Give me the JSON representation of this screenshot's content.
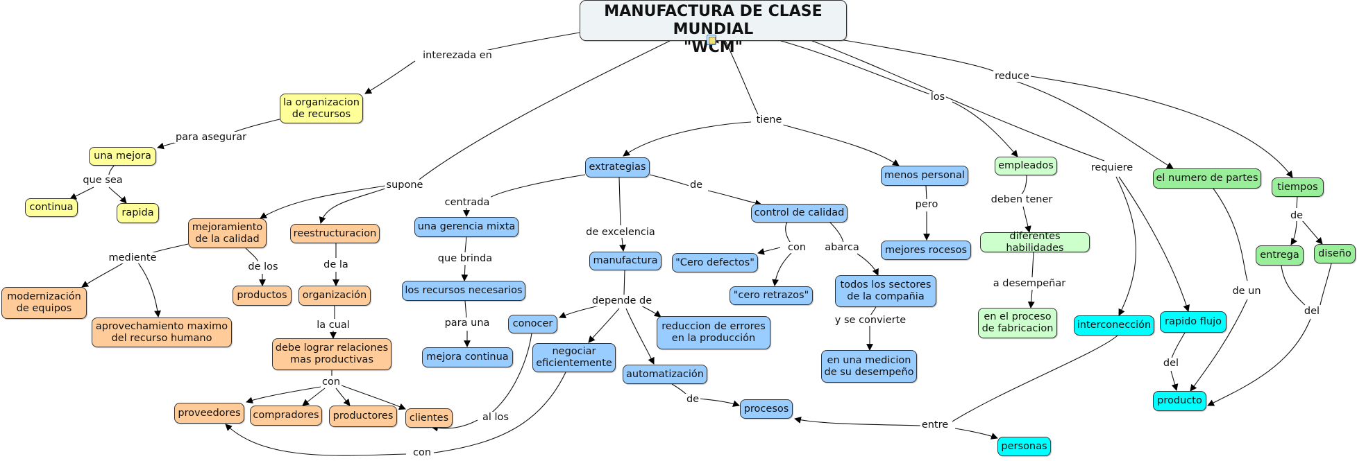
{
  "title": "MANUFACTURA DE CLASE MUNDIAL\n\"WCM\"",
  "icons": {
    "title_attachment": "document-icon"
  },
  "palette": {
    "title": "#eef4f6",
    "yellow": "#ffff99",
    "orange": "#ffcc99",
    "blue": "#99ccff",
    "light_green": "#ccffcc",
    "green": "#99ee99",
    "cyan": "#00ffff"
  },
  "nodes": {
    "org_recursos": "la organizacion\nde recursos",
    "una_mejora": "una mejora",
    "continua": "continua",
    "rapida": "rapida",
    "mejoramiento": "mejoramiento\nde la calidad",
    "reestructuracion": "reestructuracion",
    "modernizacion": "modernización\nde equipos",
    "aprovechamiento": "aprovechamiento maximo\ndel recurso humano",
    "productos": "productos",
    "organizacion": "organización",
    "debe_lograr": "debe lograr relaciones\nmas productivas",
    "proveedores": "proveedores",
    "compradores": "compradores",
    "productores": "productores",
    "clientes": "clientes",
    "extrategias": "extrategias",
    "gerencia_mixta": "una gerencia mixta",
    "recursos_necesarios": "los recursos necesarios",
    "mejora_continua": "mejora continua",
    "manufactura": "manufactura",
    "conocer": "conocer",
    "negociar": "negociar\neficientemente",
    "automatizacion": "automatización",
    "reduccion_errores": "reduccion de errores\nen la producción",
    "procesos": "procesos",
    "personas": "personas",
    "control_calidad": "control de calidad",
    "cero_defectos": "\"Cero defectos\"",
    "cero_retrazos": "\"cero retrazos\"",
    "todos_sectores": "todos los sectores\nde la compañia",
    "medicion": "en una medicion\nde su desempeño",
    "menos_personal": "menos personal",
    "mejores_rocesos": "mejores rocesos",
    "empleados": "empleados",
    "diferentes_habilidades": "diferentes habilidades",
    "proceso_fabricacion": "en el proceso\nde fabricacion",
    "numero_partes": "el numero de partes",
    "tiempos": "tiempos",
    "entrega": "entrega",
    "diseno": "diseño",
    "interconeccion": "interconección",
    "rapido_flujo": "rapido flujo",
    "producto": "producto"
  },
  "links": {
    "interezada_en": "interezada en",
    "para_asegurar": "para asegurar",
    "que_sea": "que sea",
    "supone": "supone",
    "mediente": "mediente",
    "de_los": "de los",
    "de_la": "de la",
    "la_cual": "la cual",
    "con_relaciones": "con",
    "tiene": "tiene",
    "centrada": "centrada",
    "que_brinda": "que brinda",
    "para_una": "para una",
    "de_excelencia": "de excelencia",
    "de_control": "de",
    "depende_de": "depende de",
    "al_los": "al los",
    "con_negociar": "con",
    "de_procesos": "de",
    "entre": "entre",
    "con_calidad": "con",
    "abarca": "abarca",
    "y_se_convierte": "y se convierte",
    "pero": "pero",
    "los": "los",
    "deben_tener": "deben tener",
    "a_desempenar": "a desempeñar",
    "requiere": "requiere",
    "reduce": "reduce",
    "de_un": "de un",
    "de_tiempos": "de",
    "del_rapido": "del",
    "del_tiempos": "del"
  }
}
